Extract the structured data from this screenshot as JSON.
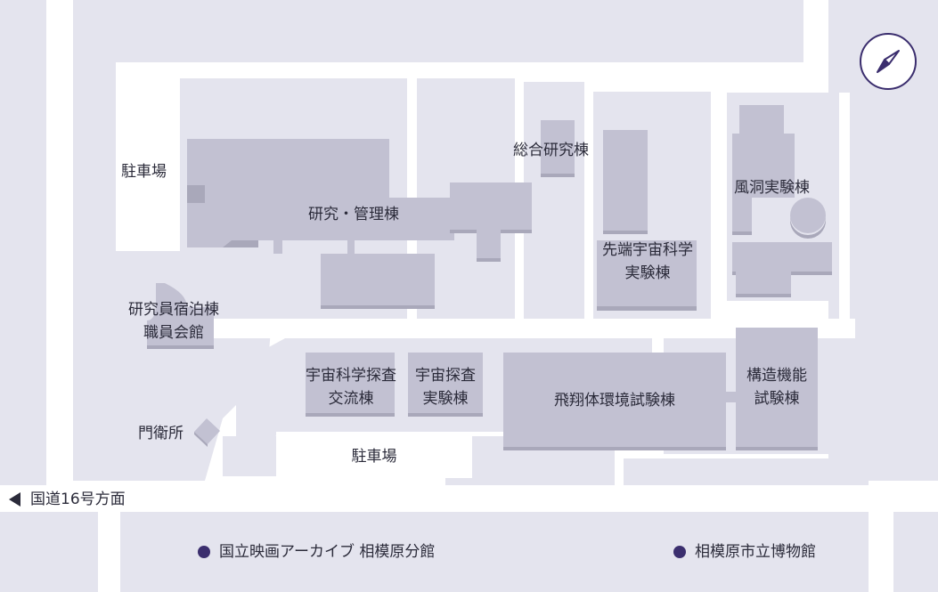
{
  "labels": {
    "parking_west": "駐車場",
    "research_admin": "研究・管理棟",
    "general_research": "総合研究棟",
    "wind_tunnel": "風洞実験棟",
    "advanced_space_line1": "先端宇宙科学",
    "advanced_space_line2": "実験棟",
    "lodging_line1": "研究員宿泊棟",
    "lodging_line2": "職員会館",
    "space_exchange_line1": "宇宙科学探査",
    "space_exchange_line2": "交流棟",
    "space_exploration_line1": "宇宙探査",
    "space_exploration_line2": "実験棟",
    "flight_test": "飛翔体環境試験棟",
    "structure_line1": "構造機能",
    "structure_line2": "試験棟",
    "gate": "門衛所",
    "parking_south": "駐車場",
    "route16": "国道16号方面",
    "film_archive": "国立映画アーカイブ 相模原分館",
    "city_museum": "相模原市立博物館"
  },
  "icons": {
    "compass": "compass-icon",
    "direction": "left-arrow-icon",
    "legend": "circle-bullet-icon"
  },
  "colors": {
    "ground": "#e4e4ee",
    "road": "#ffffff",
    "building": "#c2c1d2",
    "building_shadow": "#a9a8ba",
    "accent": "#3b2e6e"
  }
}
